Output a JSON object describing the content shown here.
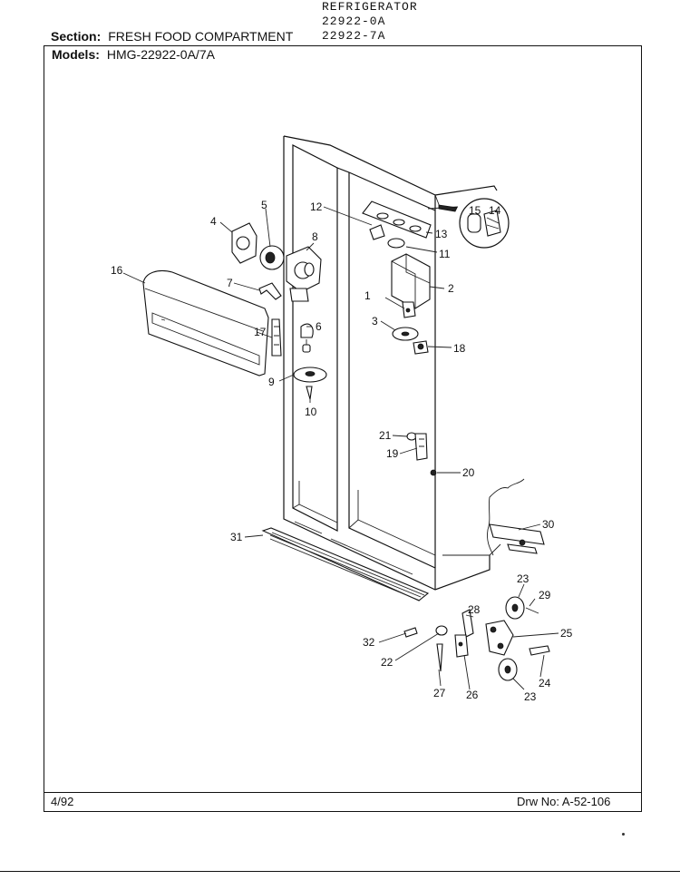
{
  "header": {
    "product": "REFRIGERATOR",
    "model_a": "22922-0A",
    "model_b": "22922-7A",
    "section_label": "Section:",
    "section_value": "FRESH FOOD COMPARTMENT",
    "models_label": "Models:",
    "models_value": "HMG-22922-0A/7A"
  },
  "footer": {
    "date": "4/92",
    "drawing_number": "Drw No:  A-52-106"
  },
  "callouts": [
    "1",
    "2",
    "3",
    "4",
    "5",
    "6",
    "7",
    "8",
    "9",
    "10",
    "11",
    "12",
    "13",
    "14",
    "15",
    "16",
    "17",
    "18",
    "19",
    "20",
    "21",
    "22",
    "23",
    "23",
    "24",
    "25",
    "26",
    "27",
    "28",
    "29",
    "30",
    "31",
    "32"
  ]
}
